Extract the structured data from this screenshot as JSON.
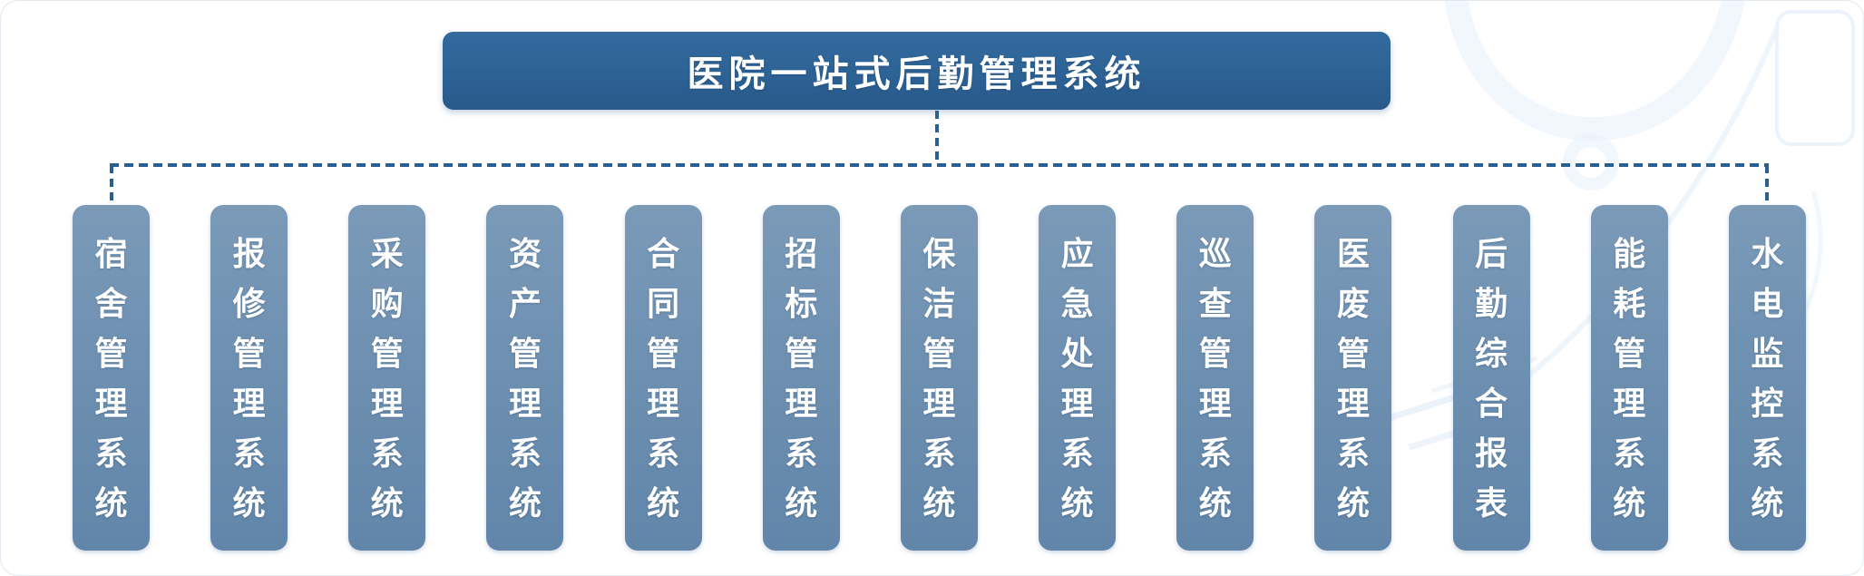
{
  "diagram": {
    "type": "org-hierarchy",
    "title": "医院一站式后勤管理系统",
    "systems": [
      {
        "id": "dormitory",
        "label": "宿舍管理系统"
      },
      {
        "id": "repair",
        "label": "报修管理系统"
      },
      {
        "id": "procurement",
        "label": "采购管理系统"
      },
      {
        "id": "asset",
        "label": "资产管理系统"
      },
      {
        "id": "contract",
        "label": "合同管理系统"
      },
      {
        "id": "tender",
        "label": "招标管理系统"
      },
      {
        "id": "cleaning",
        "label": "保洁管理系统"
      },
      {
        "id": "emergency",
        "label": "应急处理系统"
      },
      {
        "id": "inspection",
        "label": "巡查管理系统"
      },
      {
        "id": "medical-waste",
        "label": "医废管理系统"
      },
      {
        "id": "logistics-report",
        "label": "后勤综合报表"
      },
      {
        "id": "energy",
        "label": "能耗管理系统"
      },
      {
        "id": "utility-monitoring",
        "label": "水电监控系统"
      }
    ]
  },
  "colors": {
    "root_box_fill": "#2d6294",
    "child_box_fill": "#6e90b1",
    "connector": "#2a5f93",
    "box_text": "#ffffff",
    "card_border": "#e2e8ef",
    "decoration": "#eaf2fa"
  }
}
